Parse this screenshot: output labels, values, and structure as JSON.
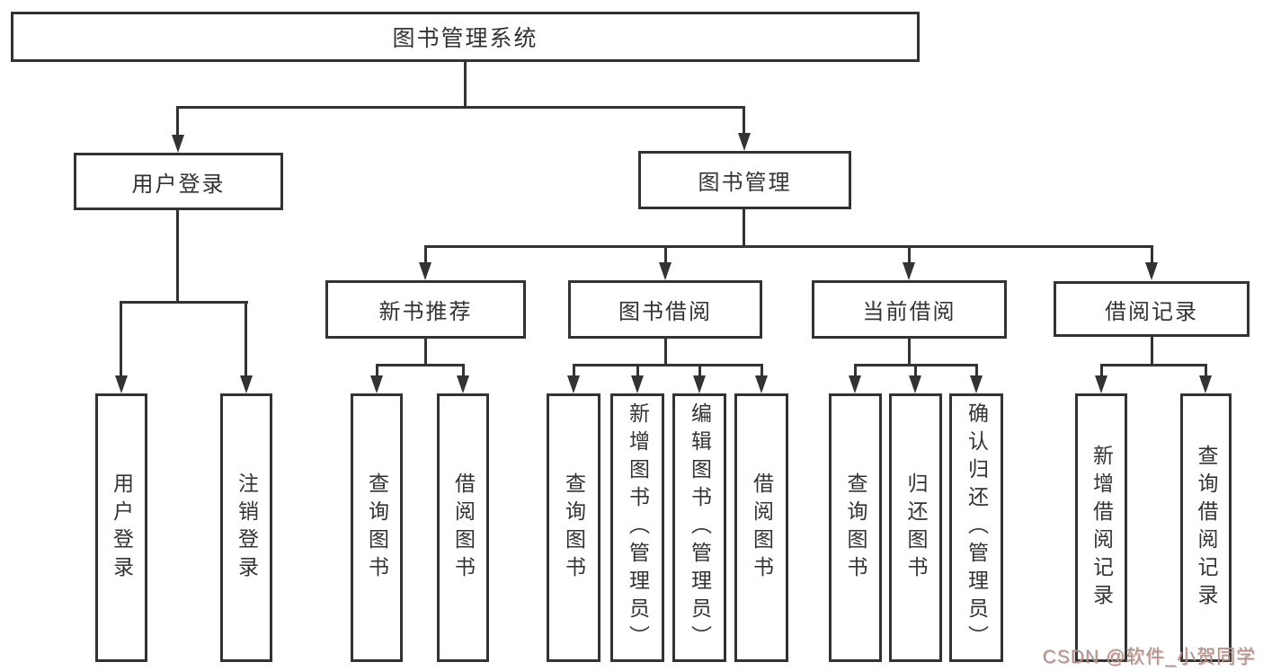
{
  "diagram": {
    "root": {
      "label": "图书管理系统"
    },
    "branches": {
      "user_login": {
        "label": "用户登录",
        "children": [
          {
            "label": "用户登录"
          },
          {
            "label": "注销登录"
          }
        ]
      },
      "book_mgmt": {
        "label": "图书管理",
        "sections": [
          {
            "label": "新书推荐",
            "children": [
              {
                "label": "查询图书"
              },
              {
                "label": "借阅图书"
              }
            ]
          },
          {
            "label": "图书借阅",
            "children": [
              {
                "label": "查询图书"
              },
              {
                "label": "新增图书（管理员）"
              },
              {
                "label": "编辑图书（管理员）"
              },
              {
                "label": "借阅图书"
              }
            ]
          },
          {
            "label": "当前借阅",
            "children": [
              {
                "label": "查询图书"
              },
              {
                "label": "归还图书"
              },
              {
                "label": "确认归还（管理员）"
              }
            ]
          },
          {
            "label": "借阅记录",
            "children": [
              {
                "label": "新增借阅记录"
              },
              {
                "label": "查询借阅记录"
              }
            ]
          }
        ]
      }
    }
  },
  "watermark": {
    "text": "CSDN @软件_小贺同学"
  },
  "colors": {
    "line": "#333333",
    "text": "#333333",
    "box_background": "#ffffff",
    "page_background": "#ffffff",
    "watermark_text": "#9b9b9b",
    "watermark_shadow": "#fc5531"
  }
}
